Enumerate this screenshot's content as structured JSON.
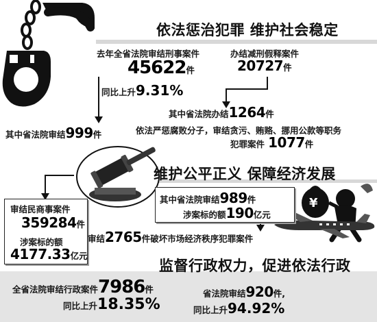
{
  "section1": {
    "title": "依法惩治犯罪  维护社会稳定",
    "criminal": {
      "label": "去年全省法院审结刑事案件",
      "value": "45622",
      "unit": "件"
    },
    "commutation": {
      "label": "办结减刑假释案件",
      "value": "20727",
      "unit": "件"
    },
    "growth": {
      "label": "同比上升",
      "value": "9.31%"
    },
    "provincial_court": {
      "prefix": "其中省法院审结",
      "value": "999",
      "unit": "件"
    },
    "provincial_handled": {
      "prefix": "其中省法院办结",
      "value": "1264",
      "unit": "件"
    },
    "corruption": {
      "line1": "依法严惩腐败分子，审结贪污、贿赂、挪用公款等职务",
      "line2": "犯罪案件",
      "value": "1077",
      "unit": "件"
    }
  },
  "section2": {
    "title": "维护公平正义 保障经济发展",
    "civil": {
      "label": "审结民商事案件",
      "value": "359284",
      "unit": "件"
    },
    "civil_amount": {
      "label": "涉案标的额",
      "value": "4177.33",
      "unit": "亿元"
    },
    "provincial": {
      "prefix": "其中省法院审结",
      "value": "989",
      "unit": "件"
    },
    "provincial_amount": {
      "prefix": "涉案标的额",
      "value": "190",
      "unit": "亿元"
    },
    "market_order": {
      "prefix": "审结",
      "value": "2765",
      "suffix": "件破坏市场经济秩序犯罪案件"
    }
  },
  "section3": {
    "title": "监督行政权力，促进依法行政",
    "admin": {
      "label": "全省法院审结行政案件",
      "value": "7986",
      "unit": "件"
    },
    "admin_growth": {
      "label": "同比上升",
      "value": "18.35%"
    },
    "provincial": {
      "prefix": "省法院审结",
      "value": "920",
      "unit": "件,"
    },
    "provincial_growth": {
      "label": "同比上升",
      "value": "94.92%"
    }
  },
  "icons": {
    "handcuffs": "handcuffs-icon",
    "gavel": "gavel-icon",
    "thief": "thief-with-money-bag-icon",
    "plane": "airplane-icon"
  },
  "colors": {
    "ink": "#111111",
    "band": "#d8d8d8",
    "paper": "#ffffff"
  }
}
